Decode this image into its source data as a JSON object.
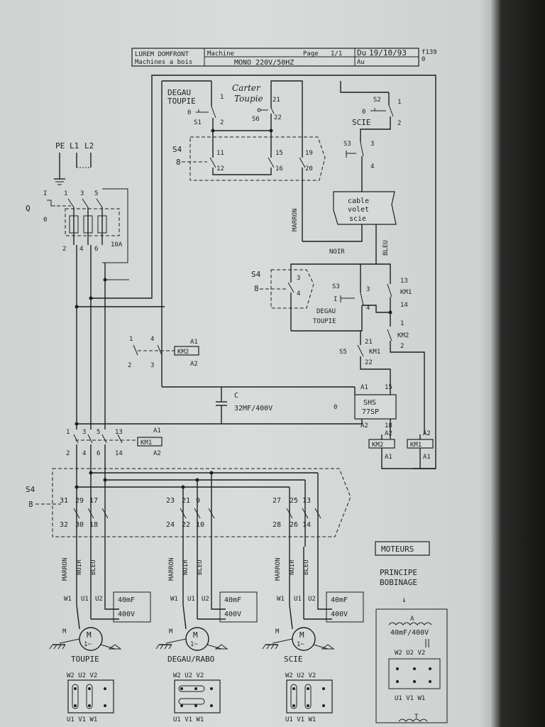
{
  "title_block": {
    "company_line1": "LUREM DOMFRONT",
    "company_line2": "Machines a bois",
    "machine_label": "Machine",
    "machine_name": "MONO 220V/50HZ",
    "page_label": "Page",
    "page_value": "1/1",
    "date_label": "Du",
    "date_value": "19/10/93",
    "au_label": "Au",
    "ref_top": "f139",
    "ref_bottom": "0"
  },
  "supply": {
    "pe": "PE",
    "l1": "L1",
    "l2": "L2"
  },
  "breaker": {
    "label": "Q",
    "on": "I",
    "off": "0",
    "t1": "1",
    "t3": "3",
    "t5": "5",
    "t2": "2",
    "t4": "4",
    "t6": "6",
    "rating": "10A"
  },
  "s1": {
    "label": "DEGAU",
    "label2": "TOUPIE",
    "tag": "S1",
    "t1": "1",
    "t2": "2",
    "zero": "0"
  },
  "s6": {
    "label": "Carter",
    "label2": "Toupie",
    "tag": "S6",
    "t21": "21",
    "t22": "22"
  },
  "s2": {
    "tag": "S2",
    "t1": "1",
    "t2": "2",
    "zero": "0",
    "label": "SCIE"
  },
  "s3_top": {
    "tag": "S3",
    "t3": "3",
    "t4": "4"
  },
  "s4_top": {
    "tag": "S4",
    "t11": "11",
    "t12": "12",
    "t15": "15",
    "t16": "16",
    "t19": "19",
    "t20": "20"
  },
  "cable": {
    "l1": "cable",
    "l2": "volet",
    "l3": "scie",
    "marron": "MARRON",
    "bleu": "BLEU",
    "noir": "NOIR"
  },
  "s4_mid": {
    "tag": "S4",
    "t3": "3",
    "t4": "4"
  },
  "s3_mid": {
    "tag": "S3",
    "on": "I",
    "t3": "3",
    "t4": "4",
    "label": "DEGAU",
    "label2": "TOUPIE"
  },
  "km1_contact": {
    "t13": "13",
    "label": "KM1",
    "t14": "14"
  },
  "km2_contact": {
    "t1": "1",
    "label": "KM2",
    "t2": "2"
  },
  "s5": {
    "tag": "S5",
    "t21": "21",
    "label": "KM1",
    "t22": "22"
  },
  "km2_aux": {
    "t1": "1",
    "t4": "4",
    "t2": "2",
    "t3": "3",
    "coil": "KM2",
    "a1": "A1",
    "a2": "A2"
  },
  "capacitor": {
    "label": "C",
    "value": "32MF/400V"
  },
  "shs": {
    "a1": "A1",
    "t15": "15",
    "l1": "SHS",
    "l2": "77SP",
    "zero": "0",
    "a2": "A2",
    "t18": "18"
  },
  "coils": {
    "km2": "KM2",
    "km1": "KM1",
    "a1": "A1",
    "a2": "A2"
  },
  "km1_main": {
    "t1": "1",
    "t3": "3",
    "t5": "5",
    "t13": "13",
    "t2": "2",
    "t4": "4",
    "t6": "6",
    "t14": "14",
    "coil": "KM1",
    "a1": "A1",
    "a2": "A2"
  },
  "s4_bottom": {
    "tag": "S4",
    "groups": [
      {
        "top": [
          "31",
          "29",
          "17"
        ],
        "bottom": [
          "32",
          "30",
          "18"
        ]
      },
      {
        "top": [
          "23",
          "21",
          "9"
        ],
        "bottom": [
          "24",
          "22",
          "10"
        ]
      },
      {
        "top": [
          "27",
          "25",
          "13"
        ],
        "bottom": [
          "28",
          "26",
          "14"
        ]
      }
    ]
  },
  "motors": [
    {
      "name": "TOUPIE",
      "wires": [
        "MARRON",
        "NOIR",
        "BLEU"
      ],
      "terms": [
        "W1",
        "U1",
        "U2"
      ],
      "cap1": "40mF",
      "cap2": "400V",
      "m": "M",
      "phase": "1~"
    },
    {
      "name": "DEGAU/RABO",
      "wires": [
        "MARRON",
        "NOIR",
        "BLEU"
      ],
      "terms": [
        "W1",
        "U1",
        "U2"
      ],
      "cap1": "40mF",
      "cap2": "400V",
      "m": "M",
      "phase": "1~"
    },
    {
      "name": "SCIE",
      "wires": [
        "MARRON",
        "NOIR",
        "BLEU"
      ],
      "terms": [
        "W1",
        "U1",
        "U2"
      ],
      "cap1": "40mF",
      "cap2": "400V",
      "m": "M",
      "phase": "1~"
    }
  ],
  "terminal_boards": {
    "top": [
      "W2",
      "U2",
      "V2"
    ],
    "bottom": [
      "U1",
      "V1",
      "W1"
    ]
  },
  "legend": {
    "moteurs": "MOTEURS",
    "principe1": "PRINCIPE",
    "principe2": "BOBINAGE",
    "arrow": "↓",
    "a": "A",
    "cap": "40mF/400V",
    "top": [
      "W2",
      "U2",
      "V2"
    ],
    "bottom": [
      "U1",
      "V1",
      "W1"
    ],
    "t": "T"
  }
}
